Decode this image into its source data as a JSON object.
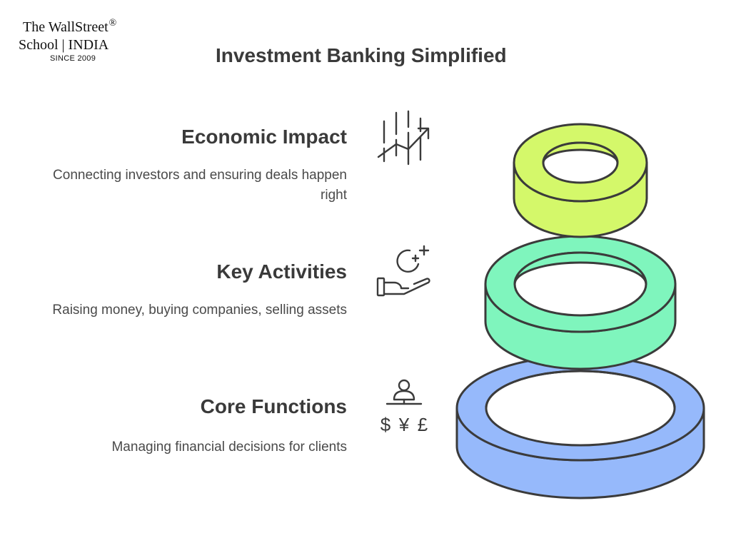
{
  "logo": {
    "line1": "The WallStreet",
    "registered": "®",
    "line2": "School | INDIA",
    "since": "SINCE 2009"
  },
  "title": "Investment Banking Simplified",
  "items": [
    {
      "heading": "Economic Impact",
      "description": "Connecting investors and ensuring deals happen right",
      "icon": "growth-chart-icon",
      "color": "#d4f86a"
    },
    {
      "heading": "Key Activities",
      "description": "Raising money, buying companies, selling assets",
      "icon": "hand-coin-icon",
      "color": "#7ff5bd"
    },
    {
      "heading": "Core Functions",
      "description": "Managing financial decisions for clients",
      "icon": "person-currency-icon",
      "color": "#96b9fb"
    }
  ],
  "currency_symbols": [
    "$",
    "¥",
    "£"
  ],
  "stroke_color": "#3b3b3b"
}
